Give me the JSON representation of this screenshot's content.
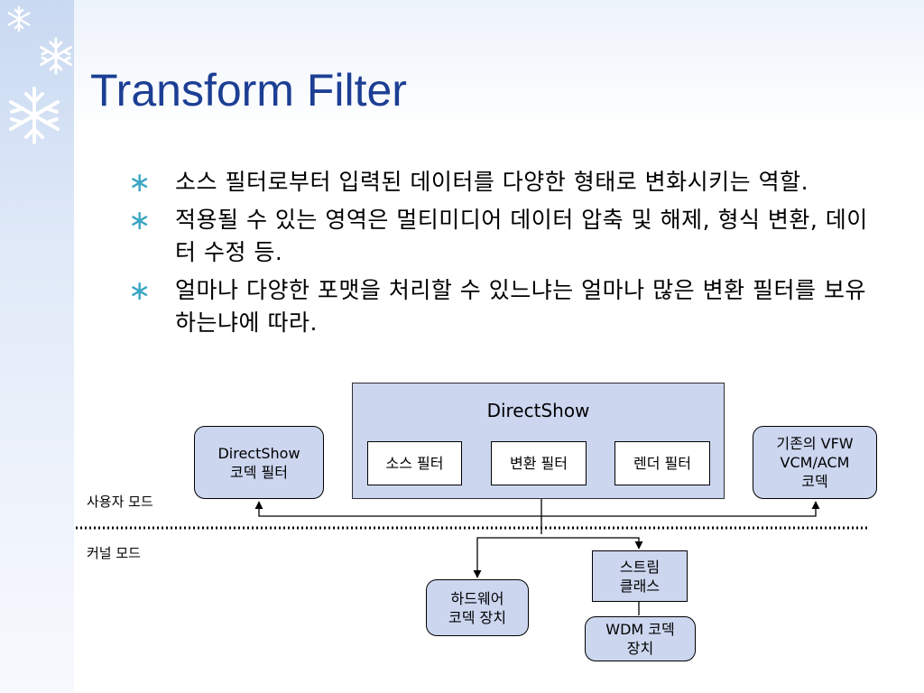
{
  "slide": {
    "title": "Transform Filter",
    "bullets": [
      "소스 필터로부터 입력된 데이터를 다양한 형태로 변화시키는 역할.",
      "적용될 수 있는 영역은 멀티미디어 데이터 압축 및 해제, 형식 변환, 데이터 수정 등.",
      "얼마나 다양한 포맷을 처리할 수 있느냐는 얼마나 많은 변환 필터를 보유하는냐에 따라."
    ],
    "bullet_glyph": "∗",
    "decor_icon": "snowflake-icon"
  },
  "diagram": {
    "directshow": "DirectShow",
    "source_filter": "소스 필터",
    "transform_filter": "변환 필터",
    "render_filter": "렌더 필터",
    "ds_codec_filter": [
      "DirectShow",
      "코덱 필터"
    ],
    "vfw_codec": [
      "기존의 VFW",
      "VCM/ACM",
      "코덱"
    ],
    "user_mode": "사용자 모드",
    "kernel_mode": "커널 모드",
    "hw_codec": [
      "하드웨어",
      "코덱 장치"
    ],
    "stream_class": [
      "스트림",
      "클래스"
    ],
    "wdm_codec": [
      "WDM 코덱",
      "장치"
    ]
  },
  "colors": {
    "title": "#1c3f94",
    "bullet": "#3aa6c4",
    "box_fill": "#ccd6ef",
    "band": "#c9d9f1"
  }
}
